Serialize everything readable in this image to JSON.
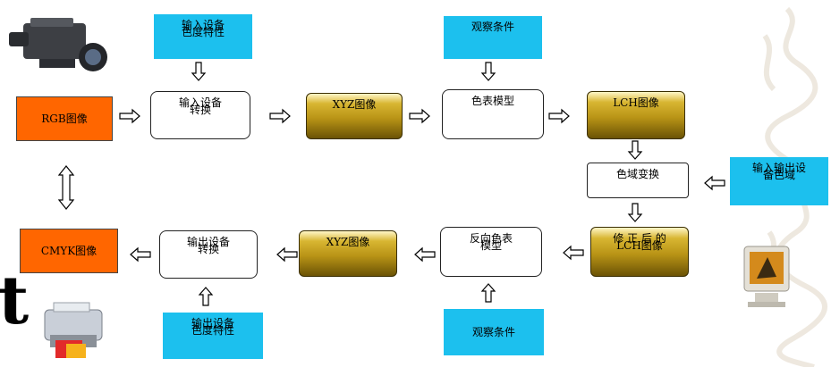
{
  "nodes": {
    "rgb": "RGB图像",
    "input_char_l1": "输入设备",
    "input_char_l2": "色度特性",
    "input_conv_l1": "输入设备",
    "input_conv_l2": "转换",
    "xyz_top": "XYZ图像",
    "view_top": "观察条件",
    "color_model": "色表模型",
    "lch_top": "LCH图像",
    "gamut": "色域变换",
    "io_gamut_l1": "输入输出设",
    "io_gamut_l2": "备色域",
    "lch_fixed_l1": "修 正 后 的",
    "lch_fixed_l2": "LCH图像",
    "reverse_l1": "反向色表",
    "reverse_l2": "模型",
    "xyz_bottom": "XYZ图像",
    "output_conv_l1": "输出设备",
    "output_conv_l2": "转换",
    "cmyk": "CMYK图像",
    "output_char_l1": "输出设备",
    "output_char_l2": "色度特性",
    "view_bottom": "观察条件"
  },
  "decor": {
    "letter": "t",
    "camera": "camera-image",
    "printer": "printer-image",
    "monitor": "monitor-image"
  },
  "colors": {
    "cyan": "#1cc0ee",
    "orange": "#ff6600",
    "gold": "#b99416"
  }
}
